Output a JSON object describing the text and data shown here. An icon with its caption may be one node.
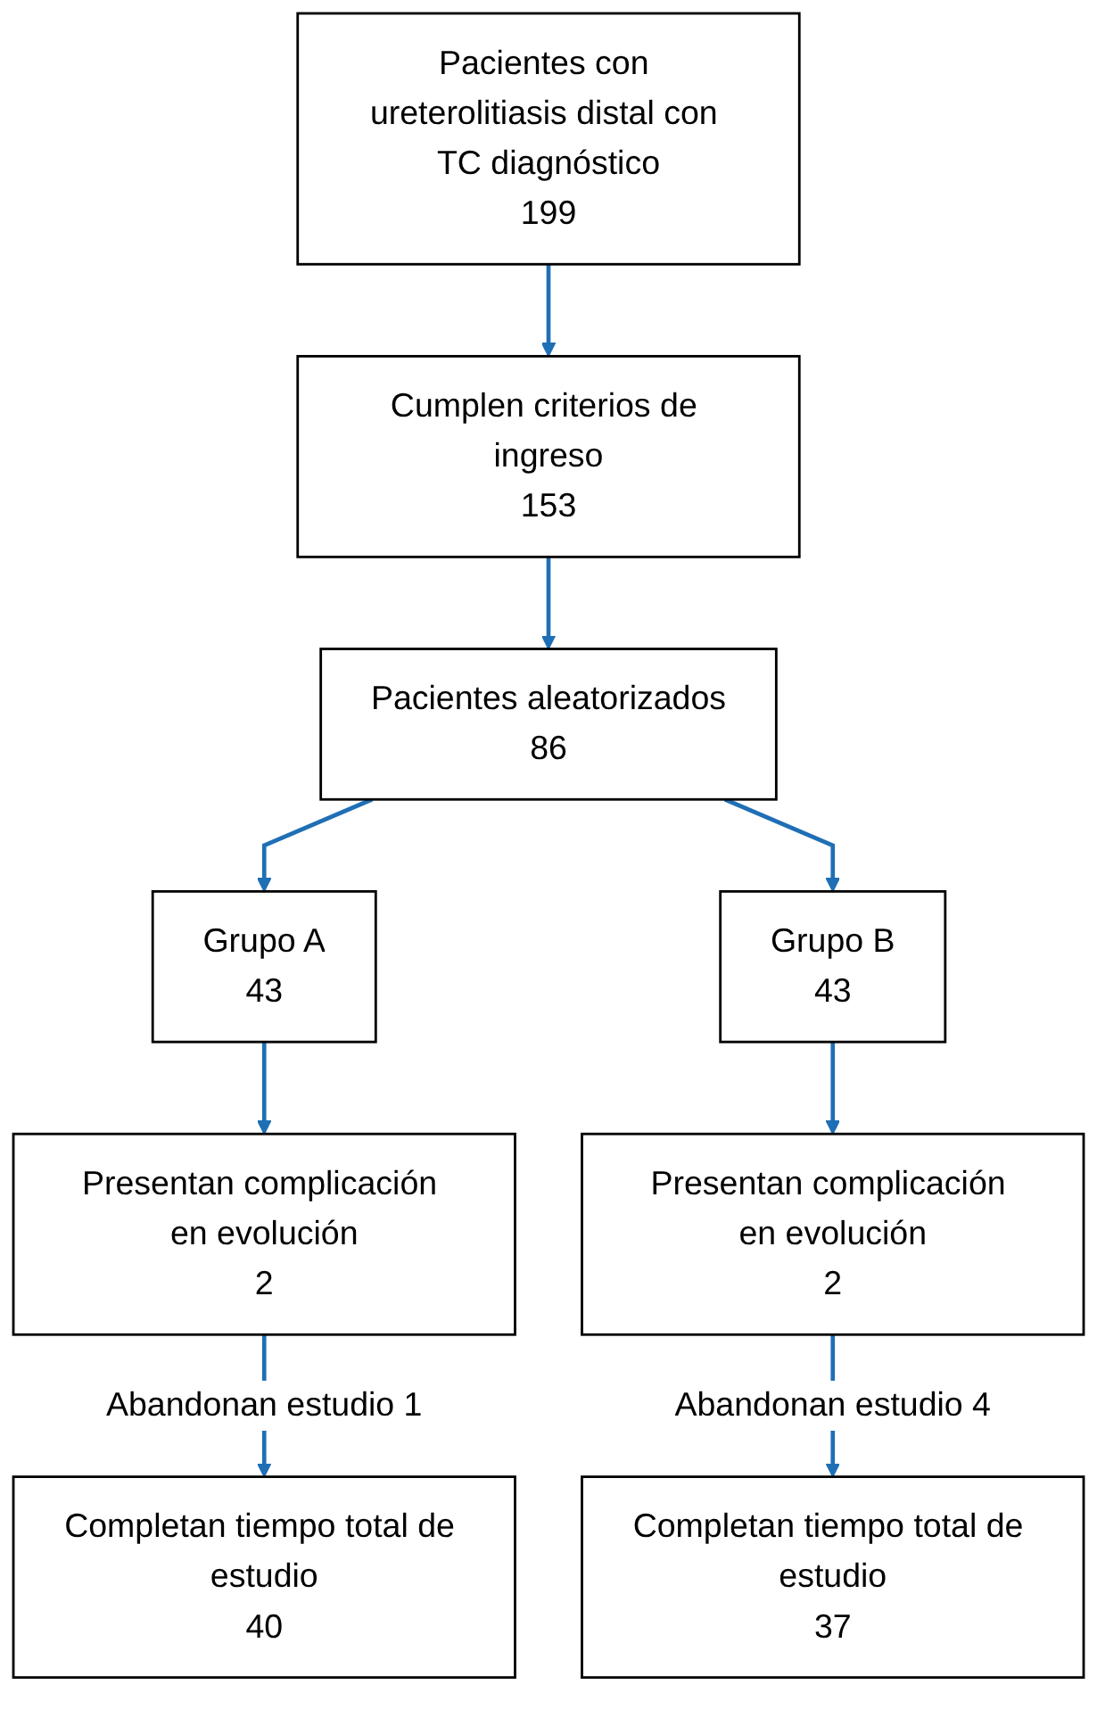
{
  "diagram": {
    "nodes": [
      {
        "text": [
          "Pacientes con ureterolitiasis distal con TC diagnóstico",
          "199"
        ]
      },
      {
        "text": [
          "Cumplen criterios de ingreso",
          "153"
        ]
      },
      {
        "text": [
          "Pacientes aleatorizados",
          "86"
        ]
      },
      {
        "text": [
          "Grupo A",
          "43"
        ]
      },
      {
        "text": [
          "Grupo B",
          "43"
        ]
      },
      {
        "text": [
          "Presentan complicación en evolución",
          "2"
        ]
      },
      {
        "text": [
          "Presentan complicación en evolución",
          "2"
        ]
      },
      {
        "text": [
          "Completan tiempo total de estudio",
          "40"
        ]
      },
      {
        "text": [
          "Completan tiempo total de estudio",
          "37"
        ]
      }
    ],
    "edges": [
      {
        "from": 0,
        "to": 1,
        "arrow": "to"
      },
      {
        "from": 1,
        "to": 2,
        "arrow": "to"
      },
      {
        "from": 2,
        "to": 3,
        "arrow": "to"
      },
      {
        "from": 2,
        "to": 4,
        "arrow": "to"
      },
      {
        "from": 3,
        "to": 5,
        "arrow": "to"
      },
      {
        "from": 4,
        "to": 6,
        "arrow": "to"
      },
      {
        "from": 5,
        "to": 7,
        "arrow": "to",
        "label": "Abandonan estudio 1"
      },
      {
        "from": 6,
        "to": 8,
        "arrow": "to",
        "label": "Abandonan estudio 4"
      }
    ]
  }
}
